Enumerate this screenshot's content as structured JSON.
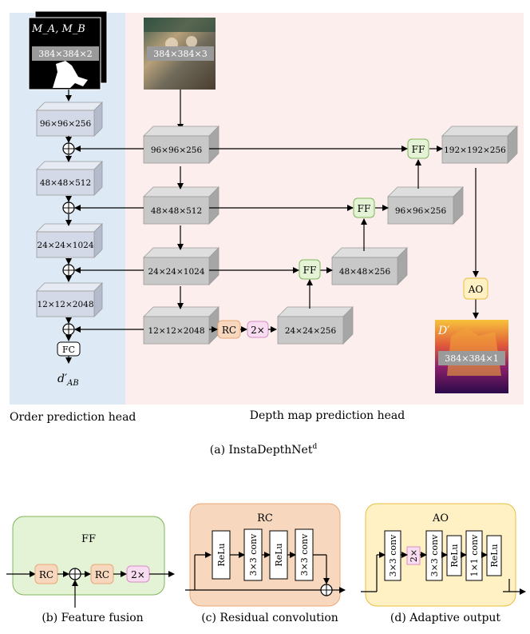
{
  "panel_a": {
    "order_head_label": "Order prediction head",
    "depth_head_label": "Depth map prediction head",
    "caption": "(a) InstaDepthNet",
    "caption_sup": "d",
    "mask_label": "M_A, M_B",
    "mask_size": "384×384×2",
    "image_size": "384×384×3",
    "output_label": "D′",
    "output_size": "384×384×1",
    "order_blocks": [
      "96×96×256",
      "48×48×512",
      "24×24×1024",
      "12×12×2048"
    ],
    "encoder_blocks": [
      "96×96×256",
      "48×48×512",
      "24×24×1024",
      "12×12×2048"
    ],
    "decoder_blocks": [
      "24×24×256",
      "48×48×256",
      "96×96×256",
      "192×192×256"
    ],
    "fc_label": "FC",
    "d_ab_label": "d′_AB",
    "rc_label": "RC",
    "up_label": "2×",
    "ff_label": "FF",
    "ao_label": "AO"
  },
  "panel_b": {
    "title": "FF",
    "rc1": "RC",
    "rc2": "RC",
    "up": "2×",
    "caption": "(b) Feature fusion"
  },
  "panel_c": {
    "title": "RC",
    "ops": [
      "ReLu",
      "3×3 conv",
      "ReLu",
      "3×3 conv"
    ],
    "caption": "(c) Residual convolution"
  },
  "panel_d": {
    "title": "AO",
    "ops": [
      "3×3 conv",
      "2×",
      "3×3 conv",
      "ReLu",
      "1×1 conv",
      "ReLu"
    ],
    "caption": "(d) Adaptive output"
  },
  "colors": {
    "order_bg": "#dde9f5",
    "depth_bg": "#fdeeee",
    "ff_fill": "#e4f2d6",
    "ff_stroke": "#7fb55a",
    "rc_fill": "#f7d7bd",
    "rc_stroke": "#e9a878",
    "up_fill": "#f8dcf0",
    "up_stroke": "#d68fc4",
    "ao_fill": "#fff1c4",
    "ao_stroke": "#e7bf3e",
    "cube_order": "#d3d9e6",
    "cube_depth": "#c8c8c8"
  }
}
